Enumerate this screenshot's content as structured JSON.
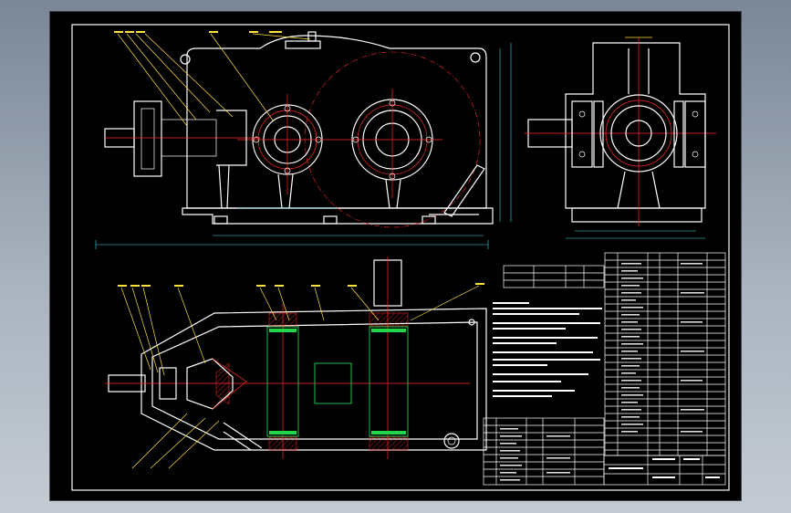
{
  "drawing": {
    "type": "two-stage gear reducer assembly drawing",
    "views": [
      "front-view",
      "side-view",
      "top-section-view"
    ],
    "colors": {
      "outline": "#ffffff",
      "centerline": "#ff2a2a",
      "gear": "#22d64a",
      "dimension": "#38e0e8",
      "leader": "#ffe23a",
      "sheet": "#000000",
      "background": "#a9b3bf"
    }
  }
}
